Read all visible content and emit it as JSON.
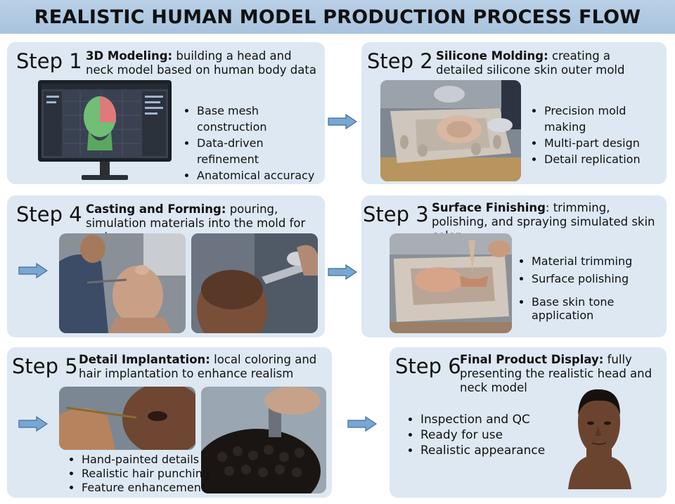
{
  "title": "REALISTIC HUMAN MODEL PRODUCTION PROCESS FLOW",
  "steps": {
    "s1": {
      "num": "Step 1",
      "name": "3D Modeling:",
      "text": "building a head and neck model based on human body data",
      "bullets": [
        "Base mesh construction",
        "Data-driven refinement",
        "Anatomical accuracy"
      ]
    },
    "s2": {
      "num": "Step 2",
      "name": "Silicone Molding:",
      "text": "creating a detailed silicone skin outer mold",
      "bullets": [
        "Precision mold making",
        "Multi-part design",
        "Detail replication"
      ]
    },
    "s4": {
      "num": "Step 4",
      "name": "Casting and Forming:",
      "text": "pouring, simulation materials into the mold for curing"
    },
    "s3": {
      "num": "Step 3",
      "name": "Surface Finishing",
      "text": ": trimming, polishing, and spraying simulated skin color",
      "bullets": [
        "Material trimming",
        "Surface polishing",
        "Base skin tone application"
      ]
    },
    "s5": {
      "num": "Step 5",
      "name": "Detail Implantation:",
      "text": "local coloring and hair implantation to enhance realism",
      "bullets": [
        "Hand-painted details",
        "Realistic hair punching",
        "Feature enhancement"
      ]
    },
    "s6": {
      "num": "Step 6",
      "name": "Final Product Display:",
      "text": "fully presenting the realistic head and neck model",
      "bullets": [
        "Inspection and QC",
        "Ready for use",
        "Realistic appearance"
      ]
    }
  },
  "colors": {
    "banner": "#b0c9e2",
    "card": "#dde8f3",
    "arrow": "#6f9ccb"
  }
}
